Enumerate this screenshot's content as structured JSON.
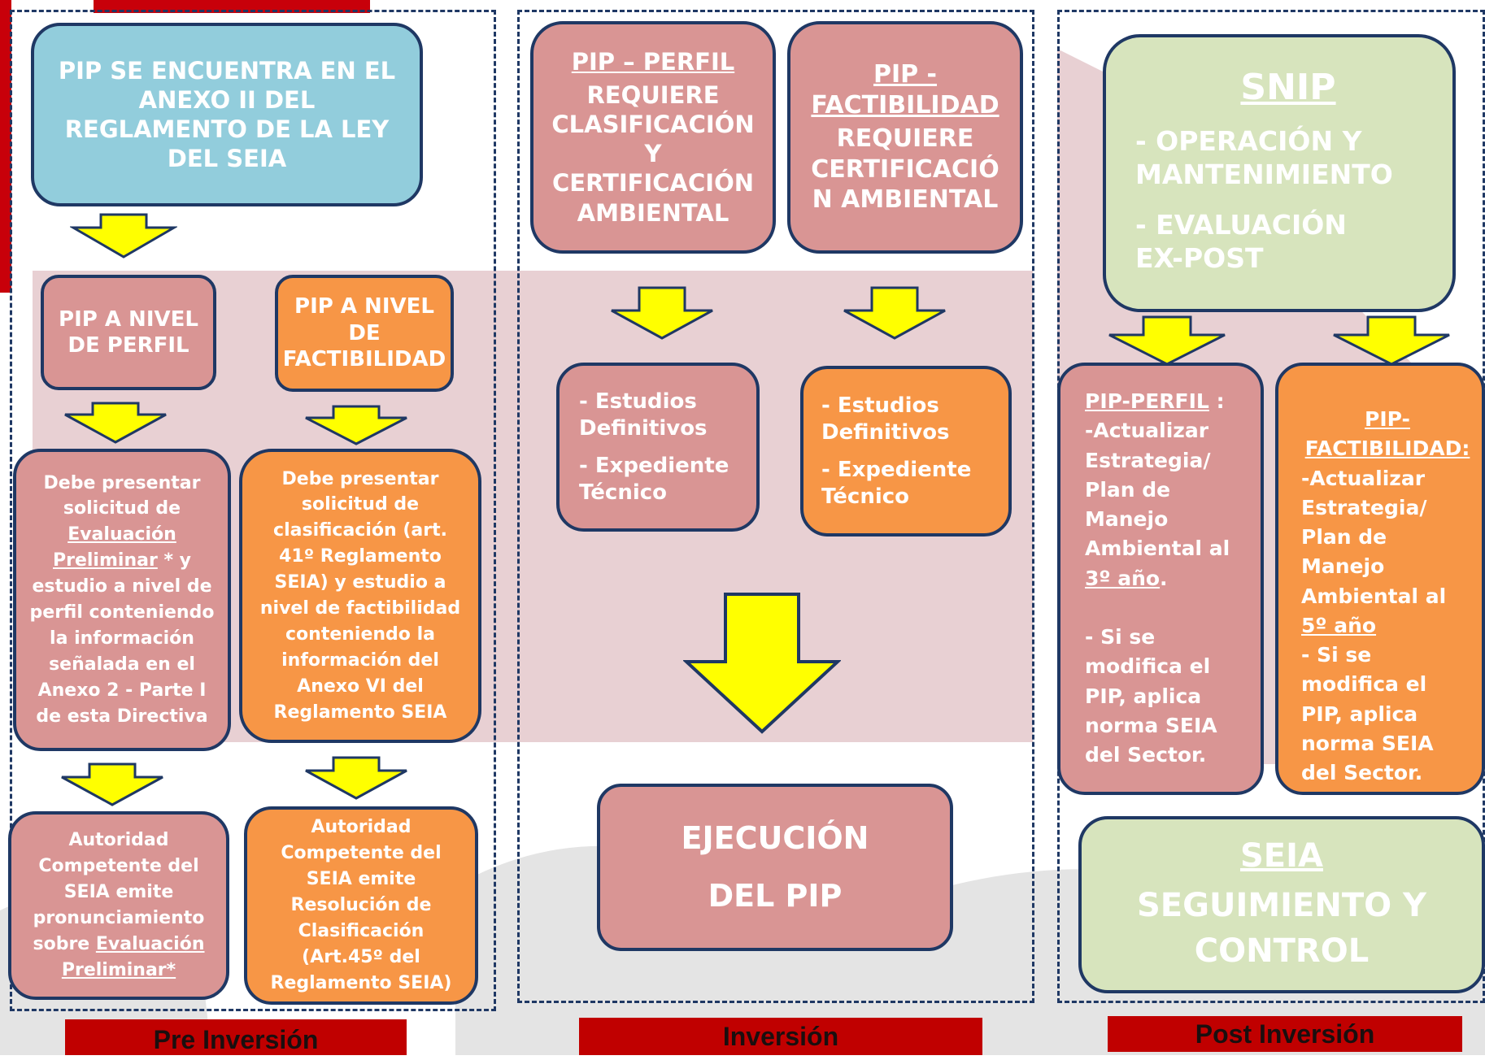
{
  "top_box": {
    "lines": [
      "PIP SE ENCUENTRA  EN EL",
      "ANEXO II DEL",
      "REGLAMENTO  DE LA LEY",
      "DEL  SEIA"
    ]
  },
  "pre_inversion": {
    "perfil_box": {
      "lines": [
        "PIP A NIVEL",
        "DE PERFIL"
      ]
    },
    "factibilidad_box": {
      "lines": [
        "PIP A NIVEL",
        "DE",
        "FACTIBILIDAD"
      ]
    },
    "perfil_req": {
      "t1": "Debe presentar solicitud de",
      "link": "Evaluación Preliminar",
      "t2": " * y estudio a nivel de perfil conteniendo la información señalada en el Anexo 2 - Parte I de esta Directiva"
    },
    "factibilidad_req": {
      "text": "Debe presentar solicitud de clasificación (art. 41º Reglamento SEIA) y estudio a nivel de factibilidad conteniendo la información del Anexo  VI del Reglamento  SEIA"
    },
    "perfil_result": {
      "t1": "Autoridad Competente del SEIA emite pronunciamiento sobre ",
      "link": "Evaluación Preliminar*"
    },
    "factibilidad_result": {
      "text": "Autoridad Competente  del SEIA emite Resolución de Clasificación (Art.45º del Reglamento  SEIA)"
    }
  },
  "inversion": {
    "perfil_box": {
      "title": "PIP – PERFIL",
      "text": "REQUIERE CLASIFICACIÓN Y CERTIFICACIÓN AMBIENTAL"
    },
    "factibilidad_box": {
      "title": "PIP - FACTIBILIDAD",
      "text": "REQUIERE CERTIFICACIÓ N AMBIENTAL"
    },
    "estudios_perfil": {
      "l1": "- Estudios Definitivos",
      "l2": "- Expediente Técnico"
    },
    "estudios_factibilidad": {
      "l1": "- Estudios Definitivos",
      "l2": "- Expediente Técnico"
    },
    "ejecucion": {
      "l1": "EJECUCIÓN",
      "l2": "DEL PIP"
    }
  },
  "post_inversion": {
    "snip": {
      "title": "SNIP",
      "item1": "- OPERACIÓN Y MANTENIMIENTO",
      "item2": "- EVALUACIÓN   EX-POST"
    },
    "perfil_box": {
      "title": "PIP-PERFIL",
      "colon": " :",
      "t1": "-Actualizar Estrategia/ Plan de Manejo Ambiental al ",
      "year": "3º año",
      "dot": ".",
      "t2": "- Si se modifica el PIP, aplica norma SEIA del Sector."
    },
    "factibilidad_box": {
      "title": "PIP-FACTIBILIDAD:",
      "t1": " -Actualizar Estrategia/ Plan de Manejo Ambiental  al ",
      "year": "5º año",
      "t2": "- Si se modifica el PIP, aplica norma SEIA del Sector."
    },
    "seia": {
      "title": "SEIA",
      "text": "SEGUIMIENTO Y CONTROL"
    }
  },
  "phase_labels": {
    "pre": "Pre Inversión",
    "inv": "Inversión",
    "post": "Post  Inversión"
  },
  "colors": {
    "pink": "#d99594",
    "orange": "#f79646",
    "blue": "#92cddc",
    "green": "#d7e4bd",
    "navy": "#1f3864",
    "arrow_yellow": "#ffff00",
    "label_red": "#c00000"
  }
}
